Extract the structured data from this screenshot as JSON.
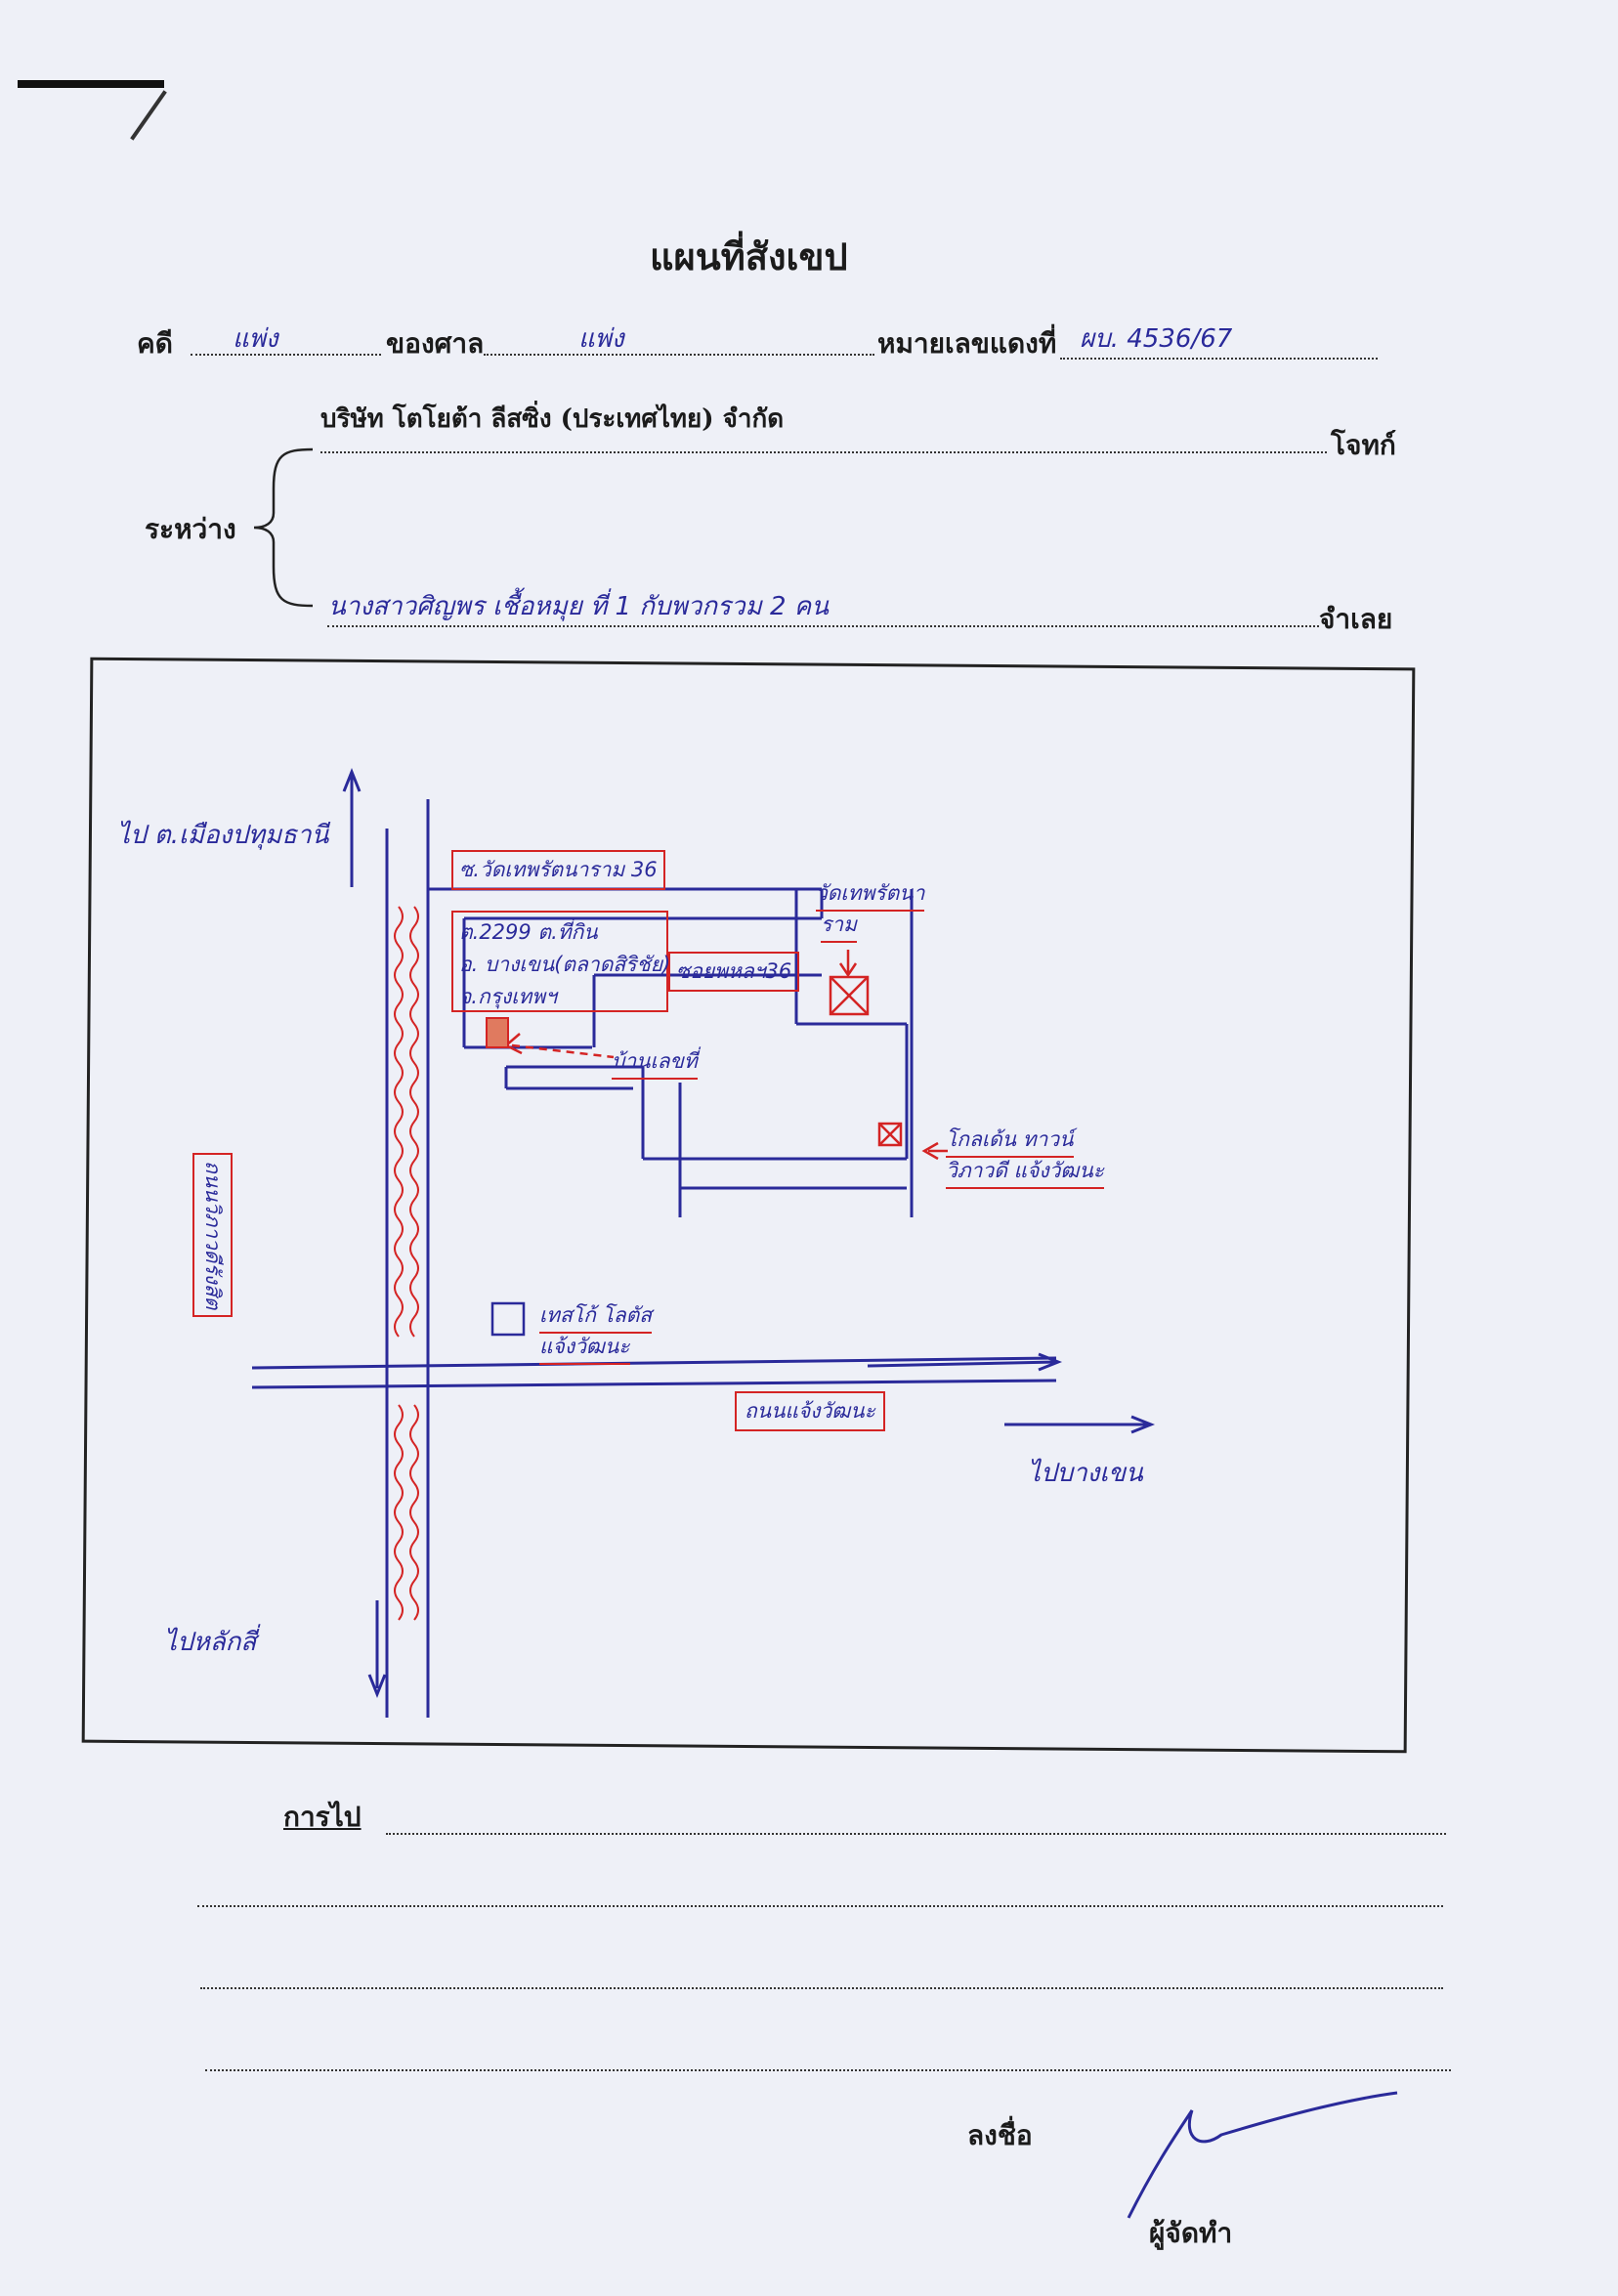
{
  "header": {
    "title": "แผนที่สังเขป",
    "case_label": "คดี",
    "case_value": "แพ่ง",
    "court_label": "ของศาล",
    "court_value": "แพ่ง",
    "red_no_label": "หมายเลขแดงที่",
    "red_no_value": "ผบ. 4536/67",
    "between_label": "ระหว่าง",
    "plaintiff_value": "บริษัท โตโยต้า ลีสซิ่ง (ประเทศไทย) จำกัด",
    "plaintiff_label": "โจทก์",
    "defendant_value": "นางสาวศิญพร เชื้อหมุย ที่ 1 กับพวกรวม 2 คน",
    "defendant_label": "จำเลย"
  },
  "map": {
    "to_pathum": "ไป ต.เมืองปทุมธานี",
    "to_laksi": "ไปหลักสี่",
    "to_bangkhen": "ไปบางเขน",
    "soi_label": "ซ.วัดเทพรัตนาราม 36",
    "address_lines": [
      "ต.2299 ต.ที่กิน",
      "อ. บางเขน(ตลาดสิริชัย)",
      "จ.กรุงเทพฯ"
    ],
    "soi_side": "ซอยพหลฯ36",
    "temple": [
      "วัดเทพรัตนา",
      "ราม"
    ],
    "target": "บ้านเลขที่",
    "goldenplace": [
      "โกลเด้น ทาวน์",
      "วิภาวดี แจ้งวัฒนะ"
    ],
    "lotus": [
      "เทสโก้ โลตัส",
      "แจ้งวัฒนะ"
    ],
    "main_road_v": "ถนนวิภาวดีรังสิต",
    "main_road_h": "ถนนแจ้งวัฒนะ"
  },
  "footer": {
    "route_label": "การไป",
    "sign_label": "ลงชื่อ",
    "maker_label": "ผู้จัดทำ"
  },
  "colors": {
    "ink_blue": "#2a2a9a",
    "ink_red": "#d42424",
    "paper": "#eef0f7"
  }
}
